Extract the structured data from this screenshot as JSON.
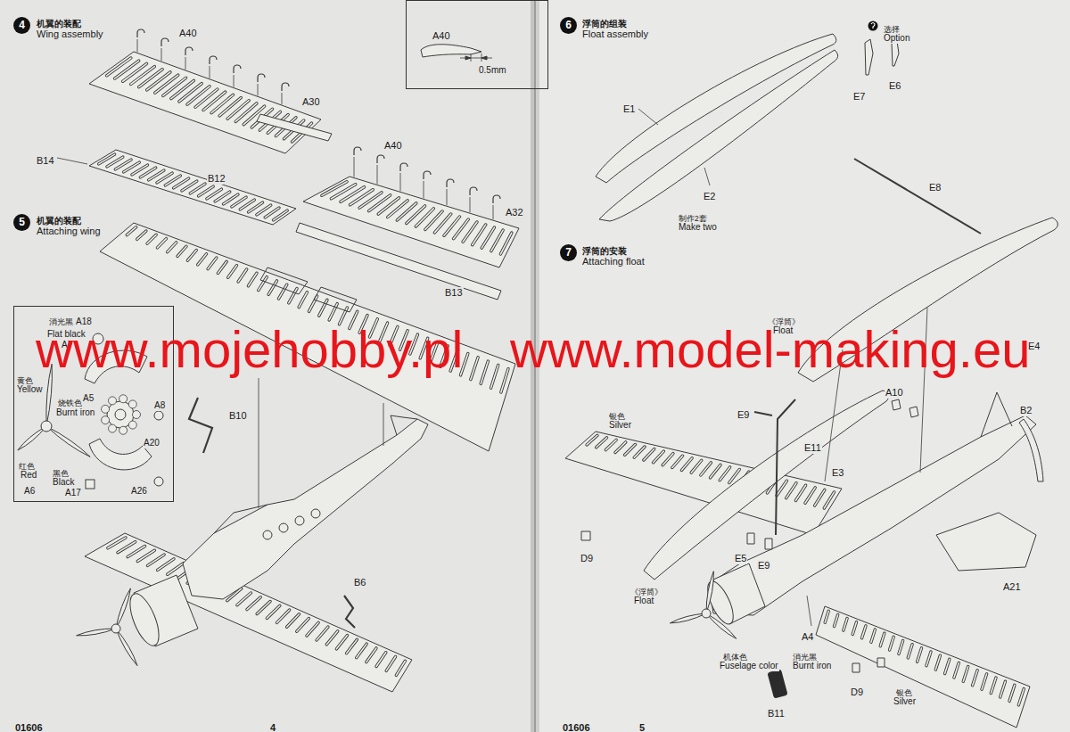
{
  "diagram": {
    "nodes": [
      {
        "text": [
          "4",
          "机翼的装配",
          "Wing assembly"
        ]
      },
      {
        "text": [
          "A40",
          "0.5mm"
        ]
      },
      {
        "text": [
          "5",
          "机翼的装配",
          "Attaching wing"
        ]
      },
      {
        "text": [
          "消光黑",
          "A18",
          "Flat black",
          "A7",
          "黄色",
          "Yellow",
          "烧铁色",
          "A5",
          "Burnt iron",
          "A8",
          "A20",
          "红色",
          "Red",
          "黑色",
          "Black",
          "A6",
          "A17",
          "A26"
        ]
      },
      {
        "text": [
          "6",
          "浮筒的组装",
          "Float assembly"
        ]
      },
      {
        "text": [
          "选择",
          "Option"
        ]
      },
      {
        "text": [
          "7",
          "浮筒的安装",
          "Attaching float"
        ]
      }
    ],
    "labels": [
      "A40",
      "A30",
      "B14",
      "B12",
      "A40",
      "A32",
      "B13",
      "B10",
      "B6",
      "01606",
      "4",
      "www.mojehobby.pl",
      "www.model-making.eu",
      "E7",
      "E6",
      "E1",
      "E2",
      "制作2套",
      "Make two",
      "E8",
      "《浮筒》",
      "Float",
      "E4",
      "E9",
      "E11",
      "A10",
      "B2",
      "银色",
      "Silver",
      "E3",
      "A21",
      "D9",
      "E5",
      "E9",
      "《浮筒》",
      "Float",
      "A4",
      "机体色",
      "Fuselage color",
      "消光黑",
      "Burnt iron",
      "B11",
      "D9",
      "银色",
      "Silver",
      "01606",
      "5"
    ]
  }
}
